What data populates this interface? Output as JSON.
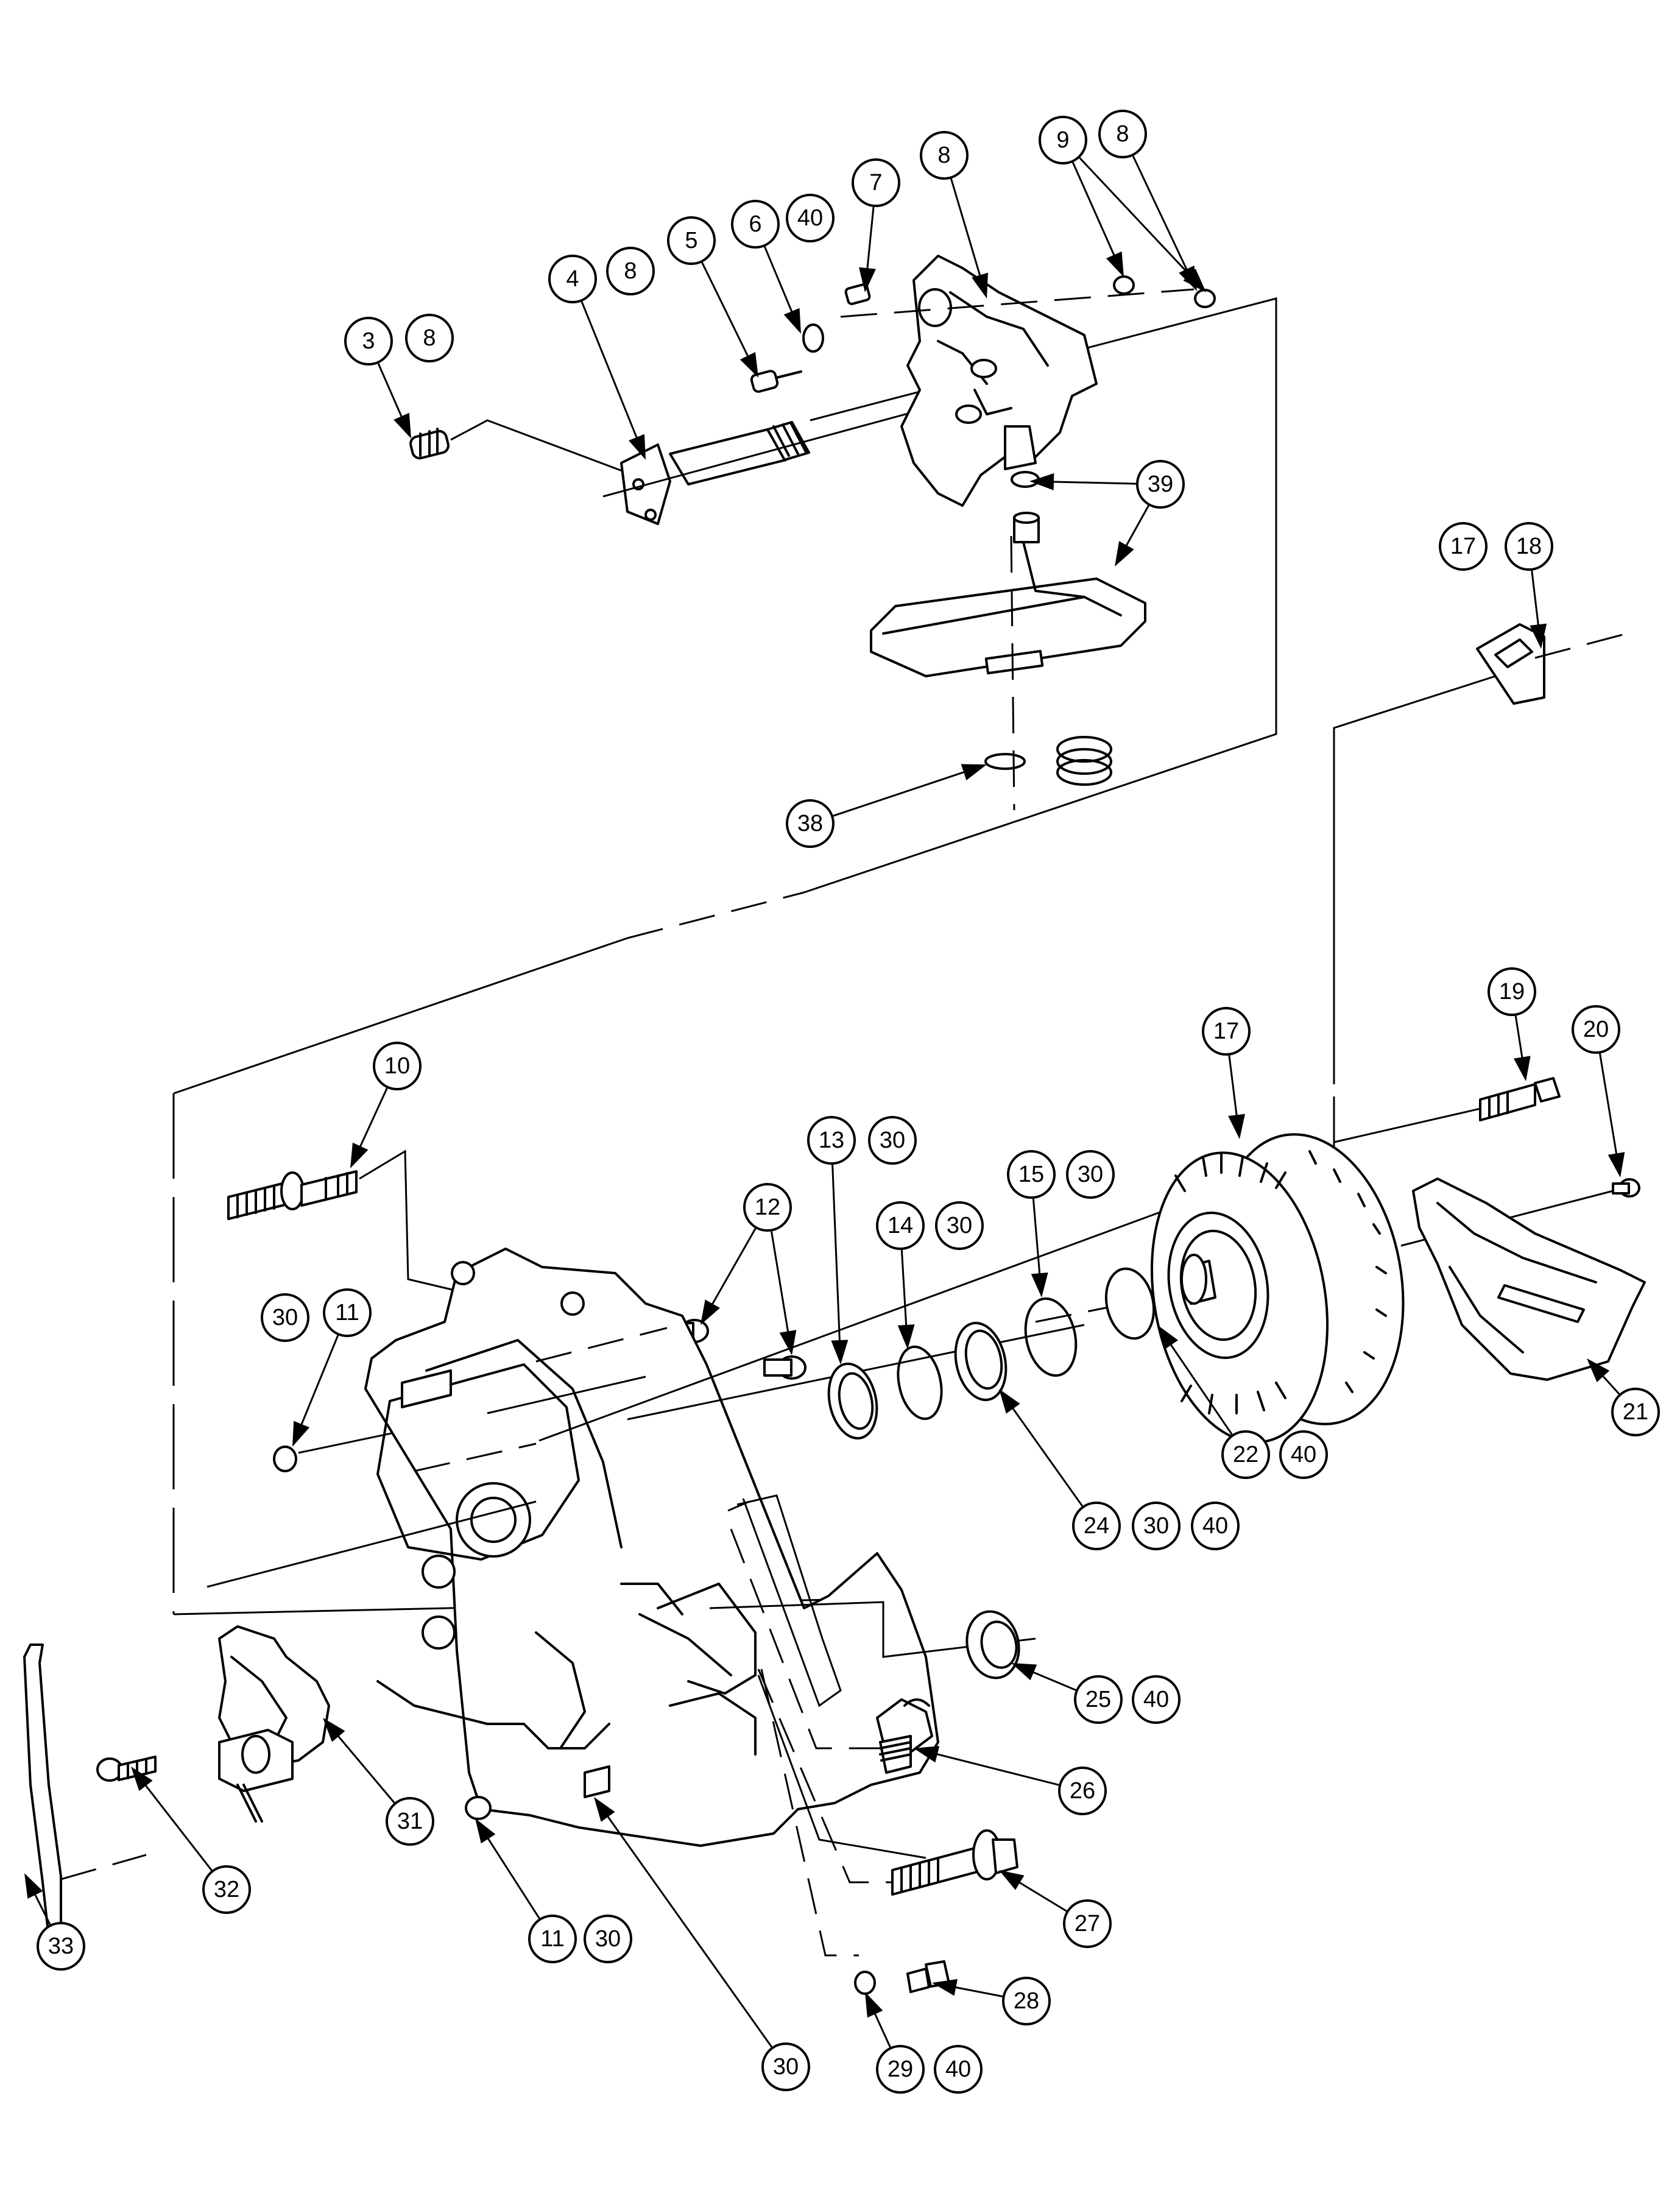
{
  "diagram": {
    "callouts": [
      {
        "id": "c3",
        "label": "3"
      },
      {
        "id": "c3b",
        "label": "8"
      },
      {
        "id": "c4",
        "label": "4"
      },
      {
        "id": "c4b",
        "label": "8"
      },
      {
        "id": "c5",
        "label": "5"
      },
      {
        "id": "c6",
        "label": "6"
      },
      {
        "id": "c6b",
        "label": "40"
      },
      {
        "id": "c7",
        "label": "7"
      },
      {
        "id": "c8",
        "label": "8"
      },
      {
        "id": "c9",
        "label": "9"
      },
      {
        "id": "c9b",
        "label": "8"
      },
      {
        "id": "c39",
        "label": "39"
      },
      {
        "id": "c38",
        "label": "38"
      },
      {
        "id": "c17a",
        "label": "17"
      },
      {
        "id": "c18",
        "label": "18"
      },
      {
        "id": "c10",
        "label": "10"
      },
      {
        "id": "c19",
        "label": "19"
      },
      {
        "id": "c17b",
        "label": "17"
      },
      {
        "id": "c20",
        "label": "20"
      },
      {
        "id": "c13",
        "label": "13"
      },
      {
        "id": "c13b",
        "label": "30"
      },
      {
        "id": "c15",
        "label": "15"
      },
      {
        "id": "c15b",
        "label": "30"
      },
      {
        "id": "c14",
        "label": "14"
      },
      {
        "id": "c14b",
        "label": "30"
      },
      {
        "id": "c12",
        "label": "12"
      },
      {
        "id": "c11a",
        "label": "11"
      },
      {
        "id": "c11aPre",
        "label": "30"
      },
      {
        "id": "c21",
        "label": "21"
      },
      {
        "id": "c22",
        "label": "22"
      },
      {
        "id": "c22b",
        "label": "40"
      },
      {
        "id": "c24",
        "label": "24"
      },
      {
        "id": "c24b",
        "label": "30"
      },
      {
        "id": "c24c",
        "label": "40"
      },
      {
        "id": "c25",
        "label": "25"
      },
      {
        "id": "c25b",
        "label": "40"
      },
      {
        "id": "c26",
        "label": "26"
      },
      {
        "id": "c31",
        "label": "31"
      },
      {
        "id": "c32",
        "label": "32"
      },
      {
        "id": "c27",
        "label": "27"
      },
      {
        "id": "c11b",
        "label": "11"
      },
      {
        "id": "c11bb",
        "label": "30"
      },
      {
        "id": "c28",
        "label": "28"
      },
      {
        "id": "c33",
        "label": "33"
      },
      {
        "id": "c30",
        "label": "30"
      },
      {
        "id": "c29",
        "label": "29"
      },
      {
        "id": "c29b",
        "label": "40"
      }
    ]
  }
}
